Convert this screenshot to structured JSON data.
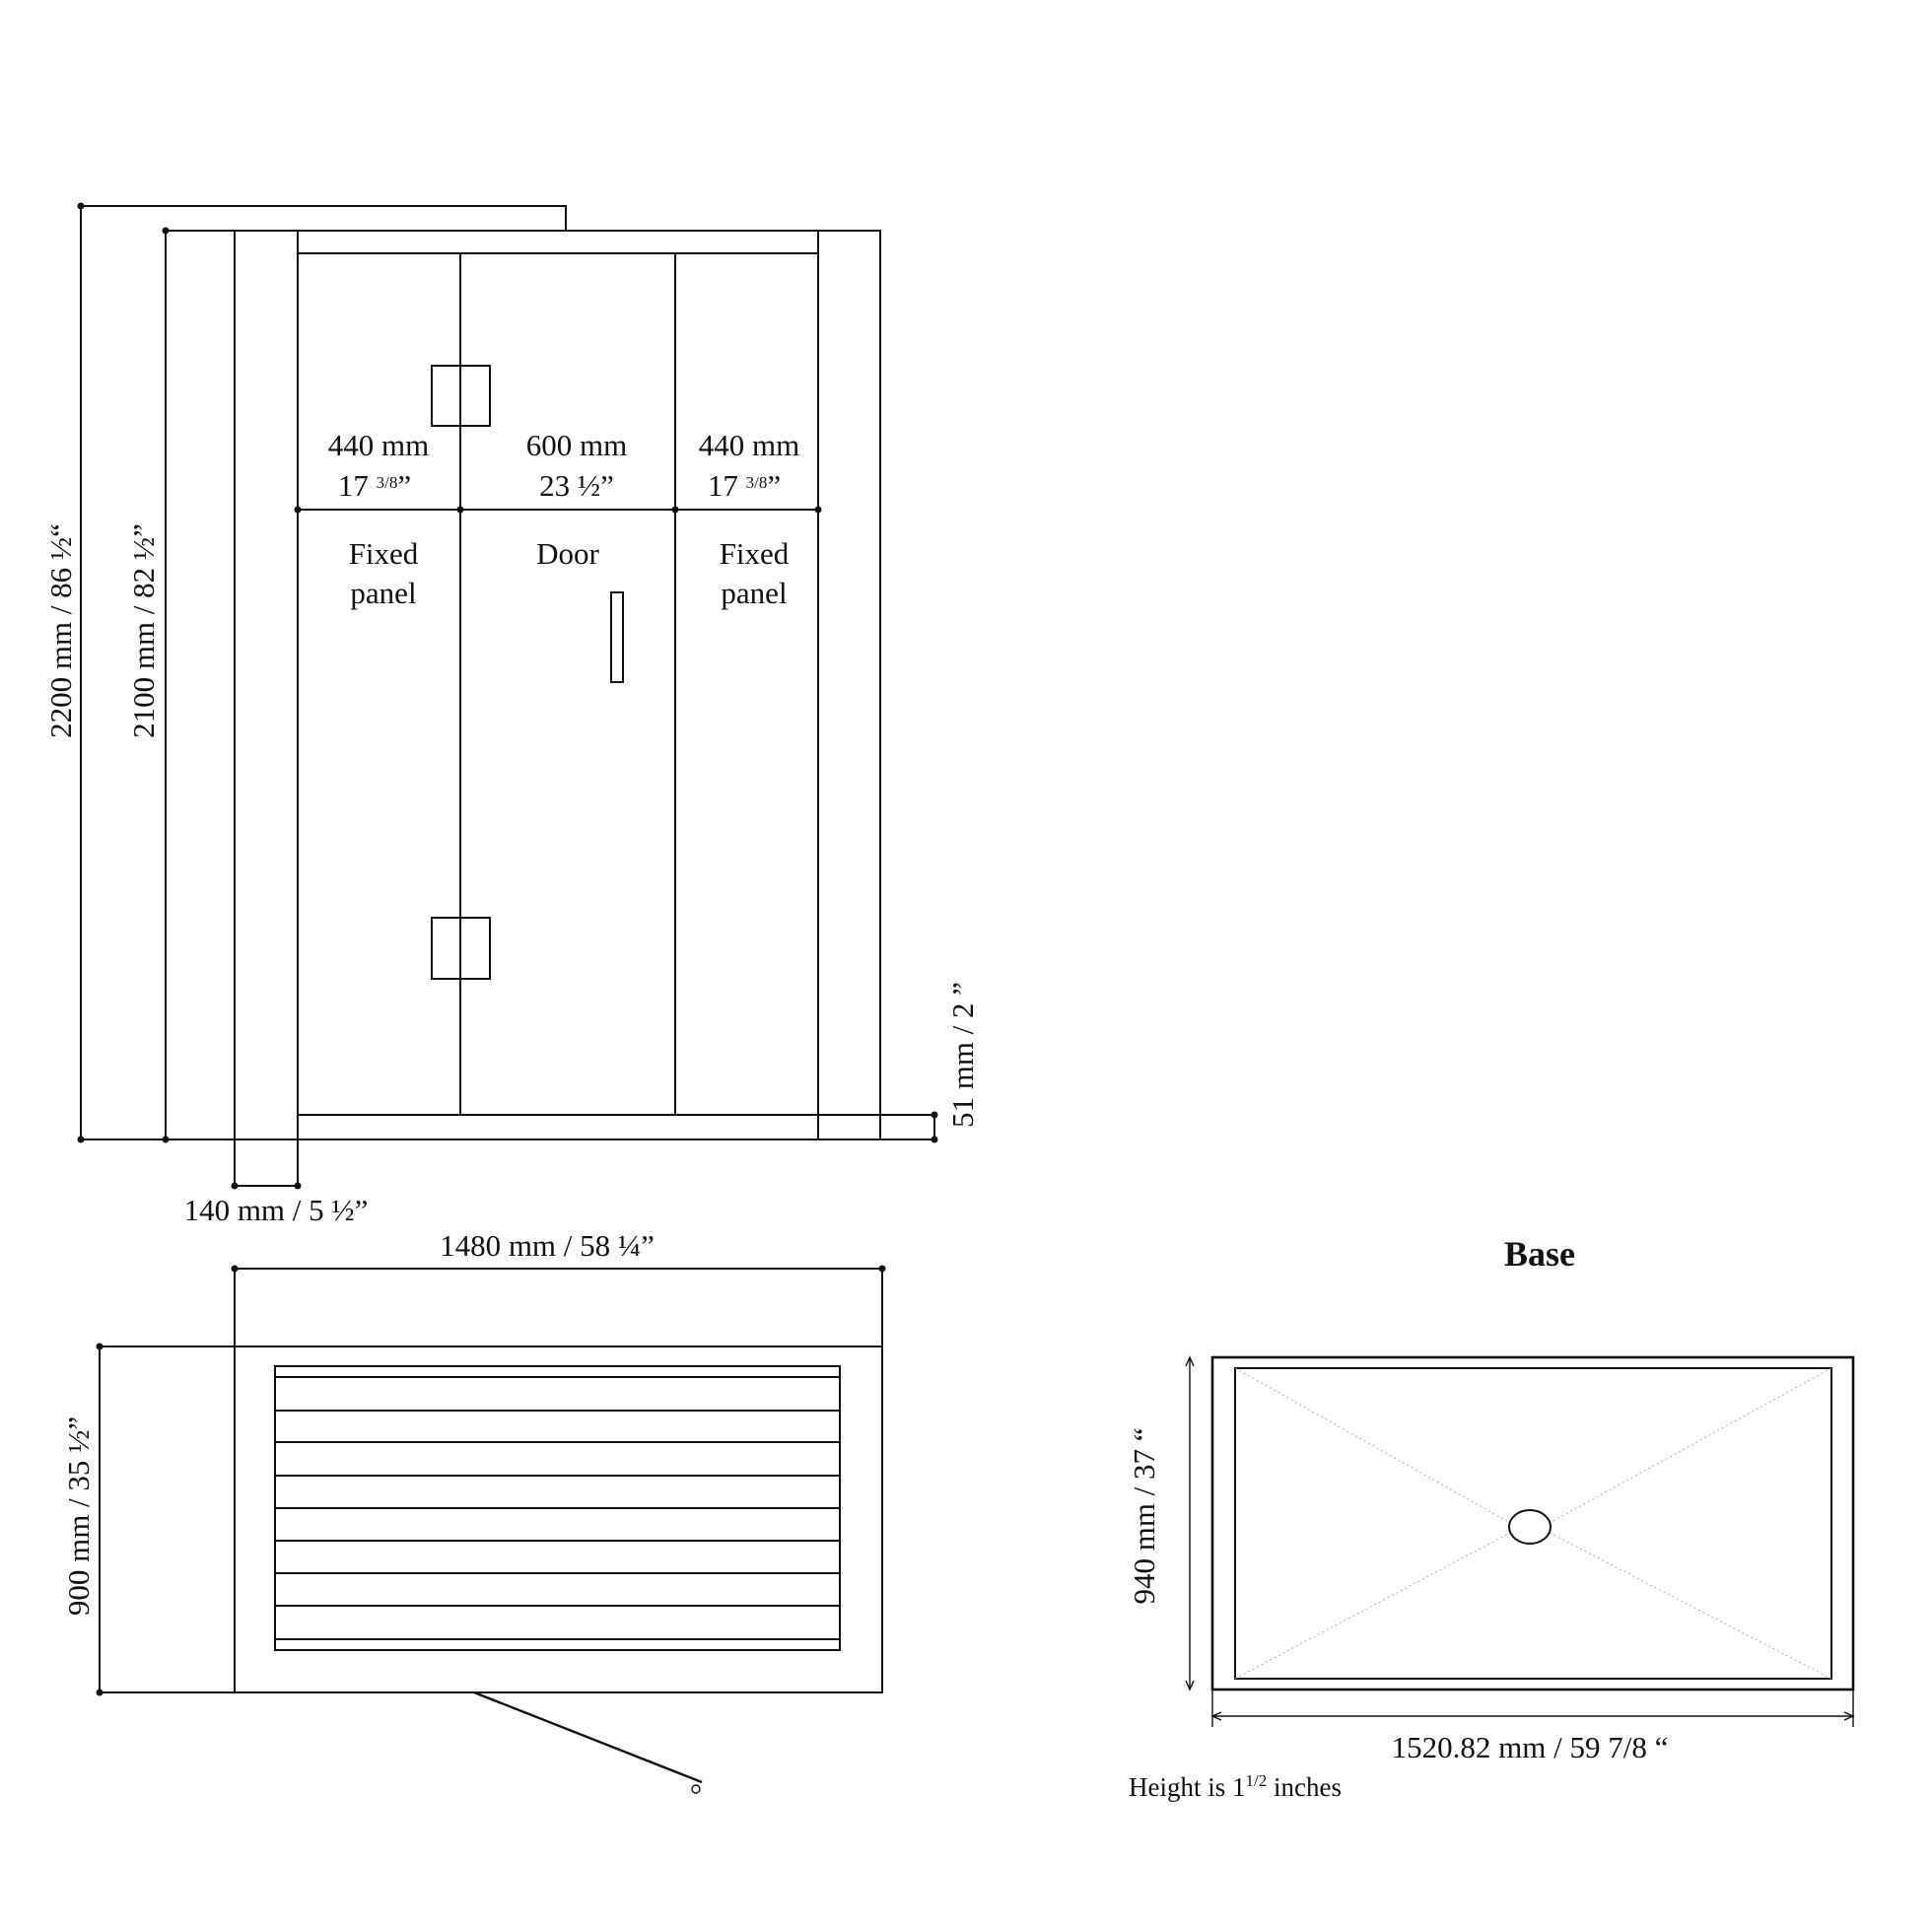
{
  "front_view": {
    "overall_height": "2200 mm / 86 ½“",
    "frame_height": "2100 mm / 82 ½”",
    "base_height": "51 mm / 2 ”",
    "side_depth": "140 mm / 5 ½”",
    "panels": [
      {
        "width_mm": "440 mm",
        "width_in": "17 ",
        "frac": "3/8",
        "frac_tail": "”",
        "label_1": "Fixed",
        "label_2": "panel"
      },
      {
        "width_mm": "600 mm",
        "width_in": "23 ½”",
        "label_1": "Door"
      },
      {
        "width_mm": "440 mm",
        "width_in": "17 ",
        "frac": "3/8",
        "frac_tail": "”",
        "label_1": "Fixed",
        "label_2": "panel"
      }
    ]
  },
  "top_view": {
    "width": "1480 mm / 58 ¼”",
    "depth": "900 mm / 35 ½”"
  },
  "base_view": {
    "title": "Base",
    "depth": "940 mm / 37 “",
    "width": "1520.82 mm / 59 7/8 “",
    "height_note_prefix": "Height is 1",
    "height_note_sup": "1/2",
    "height_note_suffix": " inches"
  }
}
